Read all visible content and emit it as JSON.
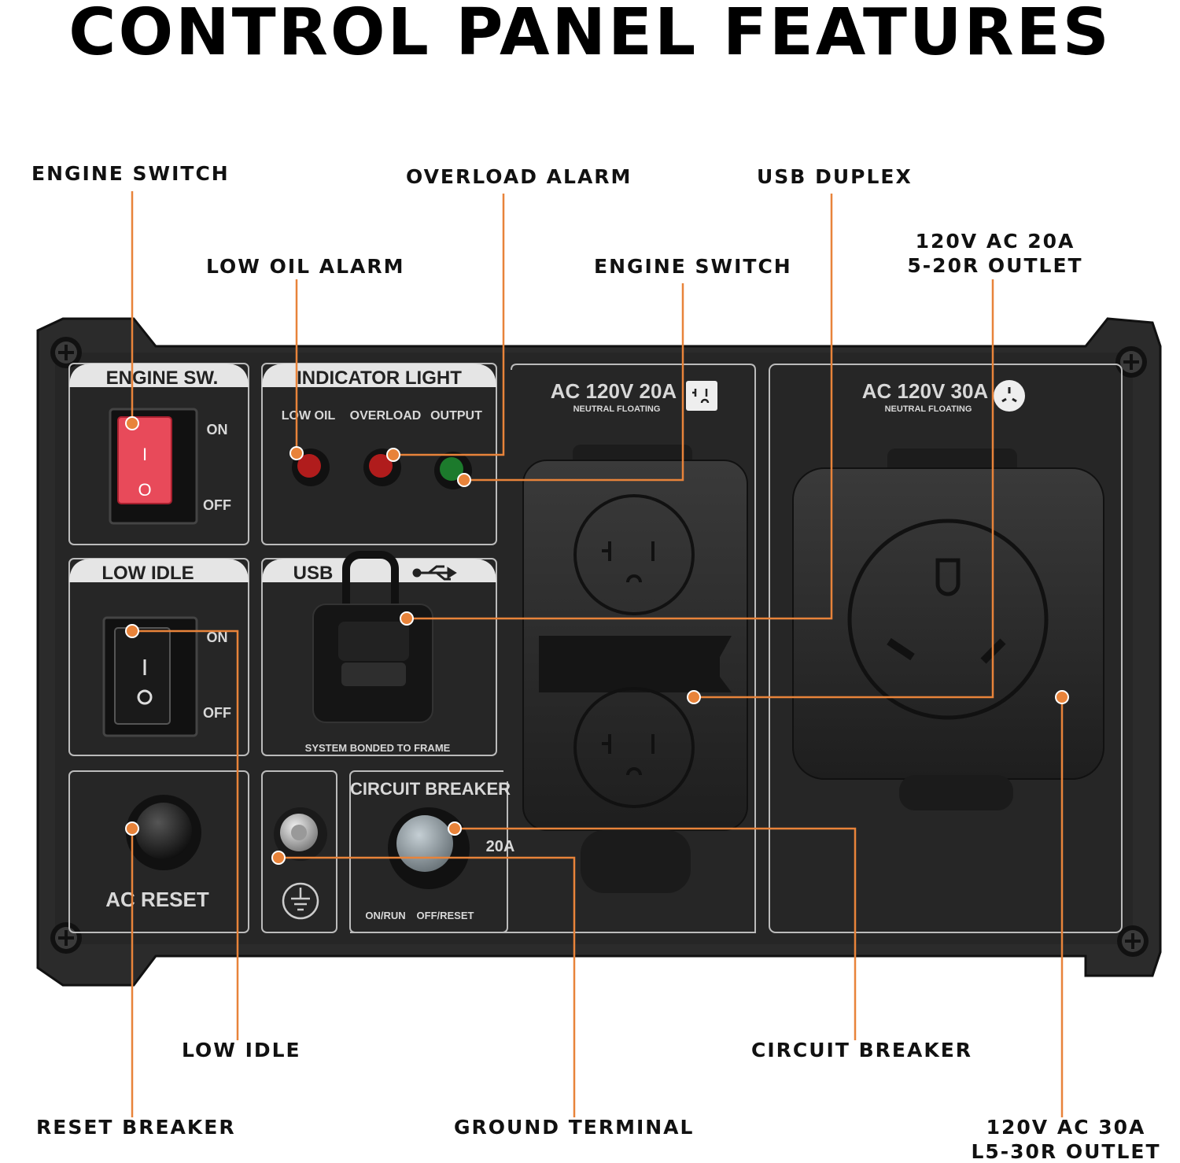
{
  "title": "CONTROL PANEL FEATURES",
  "callouts": {
    "engine_switch_left": "ENGINE SWITCH",
    "overload_alarm": "OVERLOAD ALARM",
    "usb_duplex": "USB DUPLEX",
    "low_oil_alarm": "LOW OIL ALARM",
    "engine_switch_mid": "ENGINE SWITCH",
    "outlet_20a_line1": "120V AC 20A",
    "outlet_20a_line2": "5-20R OUTLET",
    "low_idle": "LOW IDLE",
    "circuit_breaker": "CIRCUIT BREAKER",
    "reset_breaker": "RESET BREAKER",
    "ground_terminal": "GROUND TERMINAL",
    "outlet_30a_line1": "120V AC 30A",
    "outlet_30a_line2": "L5-30R OUTLET"
  },
  "panel": {
    "engine_sw": {
      "header": "ENGINE SW.",
      "on": "ON",
      "off": "OFF",
      "rocker_on": "I",
      "rocker_off": "O"
    },
    "indicator": {
      "header": "INDICATOR LIGHT",
      "low_oil": "LOW OIL",
      "overload": "OVERLOAD",
      "output": "OUTPUT"
    },
    "low_idle": {
      "header": "LOW IDLE",
      "on": "ON",
      "off": "OFF"
    },
    "usb": {
      "header": "USB",
      "footer": "SYSTEM BONDED TO FRAME"
    },
    "ac_reset": {
      "label": "AC RESET"
    },
    "breaker": {
      "header": "CIRCUIT BREAKER",
      "rating": "20A",
      "on_run": "ON/RUN",
      "off_reset": "OFF/RESET"
    },
    "outlet20": {
      "title": "AC 120V 20A",
      "sub": "NEUTRAL FLOATING"
    },
    "outlet30": {
      "title": "AC 120V 30A",
      "sub": "NEUTRAL FLOATING"
    }
  },
  "colors": {
    "panel": "#2b2b2b",
    "leader": "#e8833a",
    "led_red": "#b01c1c",
    "led_green": "#1c7a2c",
    "rocker_red": "#e84a5a"
  }
}
